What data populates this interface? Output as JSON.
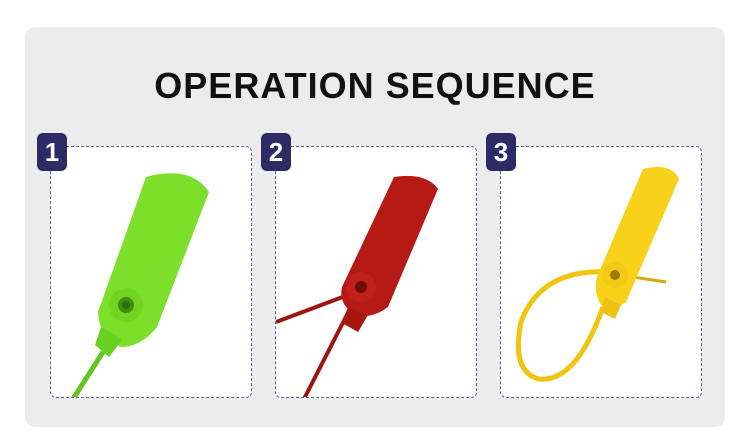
{
  "title": "OPERATION SEQUENCE",
  "steps": [
    {
      "number": "1",
      "seal_color": "#7ddf2a"
    },
    {
      "number": "2",
      "seal_color": "#b51a14"
    },
    {
      "number": "3",
      "seal_color": "#f8d11a"
    }
  ]
}
